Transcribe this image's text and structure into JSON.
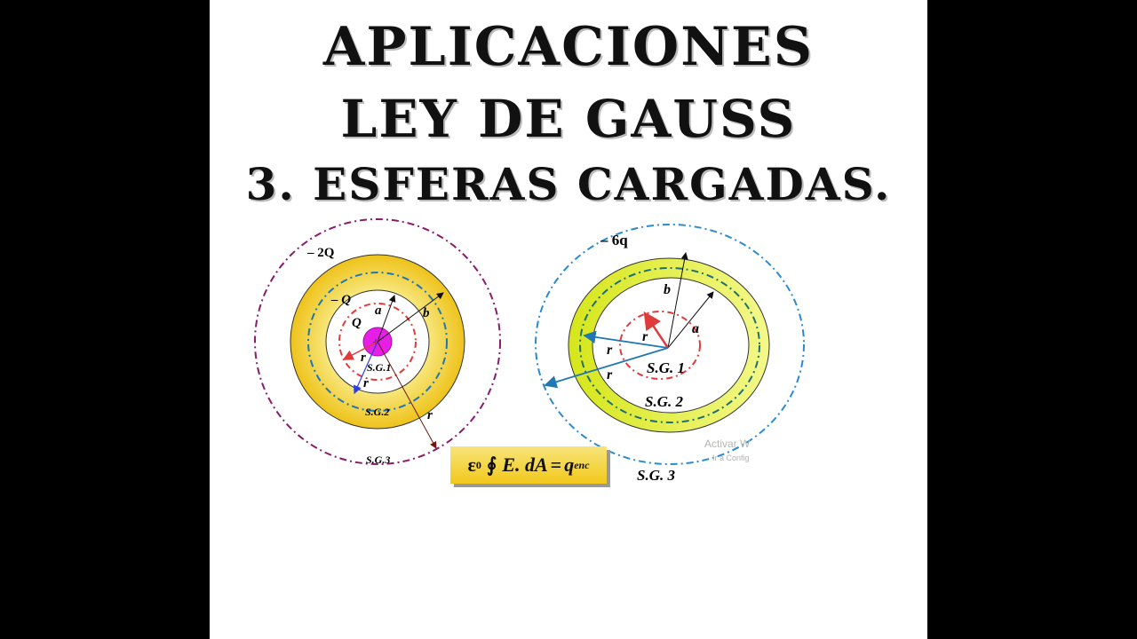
{
  "titles": {
    "line1": "APLICACIONES",
    "line2": "LEY DE GAUSS",
    "line3": "3. ESFERAS CARGADAS."
  },
  "left_diagram": {
    "outer_charge": "– 2Q",
    "inner_shell_charge": "– Q",
    "core_charge": "Q",
    "radius_a": "a",
    "radius_b": "b",
    "radius_r1": "r",
    "radius_r2": "r",
    "radius_r3": "r",
    "sg1": "S.G.1",
    "sg2": "S.G.2",
    "sg3": "S.G.3",
    "colors": {
      "shell": "#f2d43a",
      "core": "#e61ee6",
      "sg1": "#e03b3b",
      "sg2": "#1f77b4",
      "sg3": "#8a1a6a"
    }
  },
  "right_diagram": {
    "outer_charge": "– 6q",
    "radius_a": "a",
    "radius_b": "b",
    "radius_r1": "r",
    "radius_r2": "r",
    "radius_r3": "r",
    "sg1": "S.G. 1",
    "sg2": "S.G. 2",
    "sg3": "S.G. 3",
    "colors": {
      "shell": "#e6f03a",
      "sg1": "#e03b3b",
      "sg2": "#1f6f70",
      "sg3": "#2a8ad0",
      "arrow": "#1f77b4"
    }
  },
  "formula": {
    "eps": "ε",
    "eps_sub": "0",
    "integral": "∮",
    "body": "E. dA",
    "eq": "=",
    "q": "q",
    "q_sub": "enc"
  },
  "watermark": {
    "line1": "Activar W",
    "line2": "Ir a Config"
  }
}
